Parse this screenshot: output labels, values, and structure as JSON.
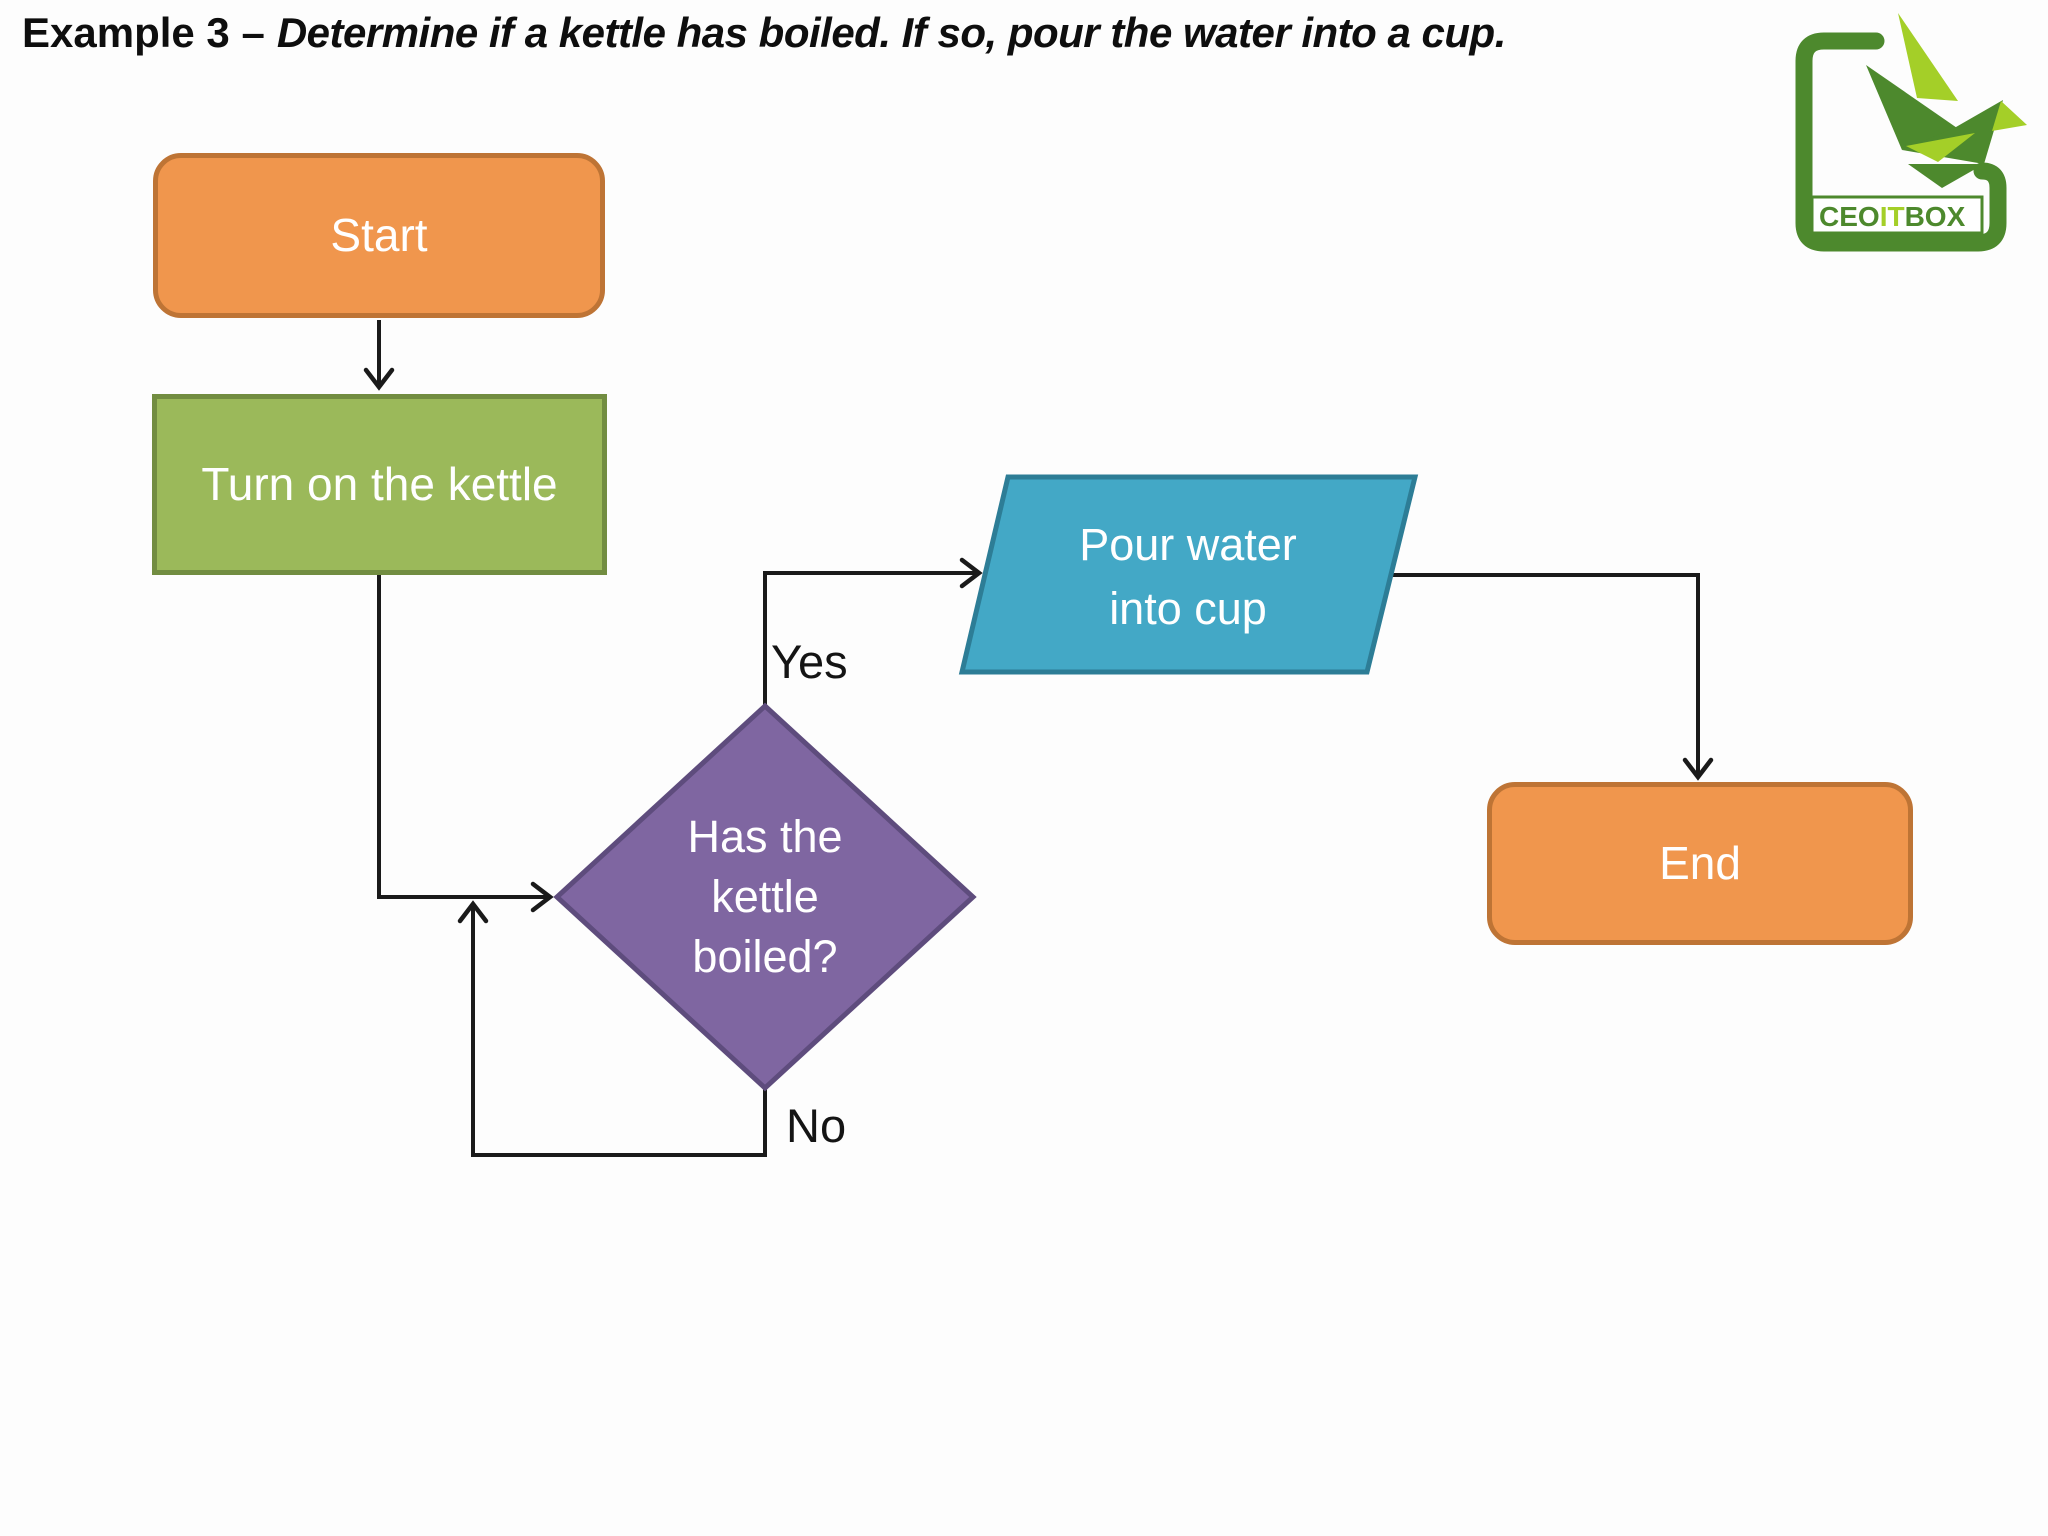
{
  "title": {
    "prefix": "Example 3 –",
    "body": "Determine if a kettle has boiled. If so, pour the water into a cup."
  },
  "flowchart": {
    "nodes": {
      "start": {
        "shape": "rounded-rectangle",
        "label": "Start"
      },
      "process": {
        "shape": "rectangle",
        "label": "Turn on the kettle"
      },
      "decision": {
        "shape": "diamond",
        "label": "Has the kettle boiled?",
        "lines": [
          "Has the",
          "kettle",
          "boiled?"
        ]
      },
      "io": {
        "shape": "parallelogram",
        "label": "Pour water into cup",
        "lines": [
          "Pour water",
          "into cup"
        ]
      },
      "end": {
        "shape": "rounded-rectangle",
        "label": "End"
      }
    },
    "edges": {
      "yes_label": "Yes",
      "no_label": "No"
    }
  },
  "logo": {
    "ceo": "CEO",
    "it": "IT",
    "box": "BOX"
  },
  "colors": {
    "orange-fill": "#F0964D",
    "orange-border": "#BE7435",
    "green-fill": "#9BB95A",
    "green-border": "#728D41",
    "purple-fill": "#7F66A1",
    "purple-border": "#5E4C7D",
    "teal-fill": "#43A8C6",
    "teal-border": "#2D7D96",
    "line": "#1A1A1A",
    "logo-dark": "#4D892D",
    "logo-light": "#A4CF28",
    "page-bg": "#FDFDFD",
    "title-color": "#0E0E0E",
    "text-on-shape": "#FFFFFF"
  }
}
